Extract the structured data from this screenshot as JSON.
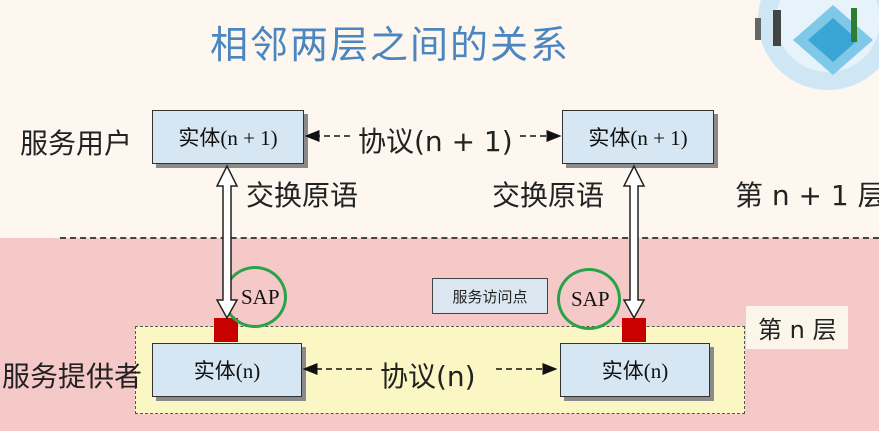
{
  "title": "相邻两层之间的关系",
  "upper": {
    "left_label": "服务用户",
    "entity_left": "实体(n + 1)",
    "entity_right": "实体(n + 1)",
    "protocol": "协议(n + 1)",
    "primitive_left": "交换原语",
    "primitive_right": "交换原语",
    "layer_label": "第 n + 1 层"
  },
  "lower": {
    "left_label": "服务提供者",
    "entity_left": "实体(n)",
    "entity_right": "实体(n)",
    "protocol": "协议(n)",
    "layer_label": "第 n 层",
    "sap_left": "SAP",
    "sap_right": "SAP",
    "service_access_point": "服务访问点"
  },
  "colors": {
    "title": "#4b86c0",
    "entity_fill": "#d6e7f3",
    "lower_band": "#f6c9c9",
    "provider_box": "#fbf7c4",
    "sap_ring": "#2aa24a",
    "sap_marker": "#c80000"
  }
}
